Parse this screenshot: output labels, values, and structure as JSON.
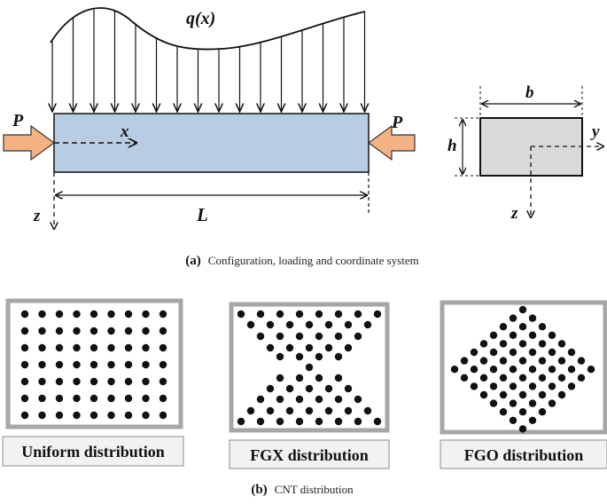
{
  "part_a": {
    "load_label": "q(x)",
    "axial_force_left": "P",
    "axial_force_right": "P",
    "beam_axis_x": "x",
    "length_label": "L",
    "z_axis_left": "z",
    "section_width": "b",
    "section_height": "h",
    "section_axis_y": "y",
    "section_axis_z": "z",
    "caption_tag": "(a)",
    "caption_text": "Configuration, loading and coordinate system"
  },
  "part_b": {
    "panels": [
      {
        "label": "Uniform distribution"
      },
      {
        "label": "FGX distribution"
      },
      {
        "label": "FGO distribution"
      }
    ],
    "caption_tag": "(b)",
    "caption_text": "CNT distribution"
  },
  "colors": {
    "beam_fill": "#b8cce4",
    "force_arrow": "#f4b183",
    "section_fill": "#d9d9d9",
    "panel_frame": "#a6a6a6",
    "label_box": "#f2f2f2"
  }
}
